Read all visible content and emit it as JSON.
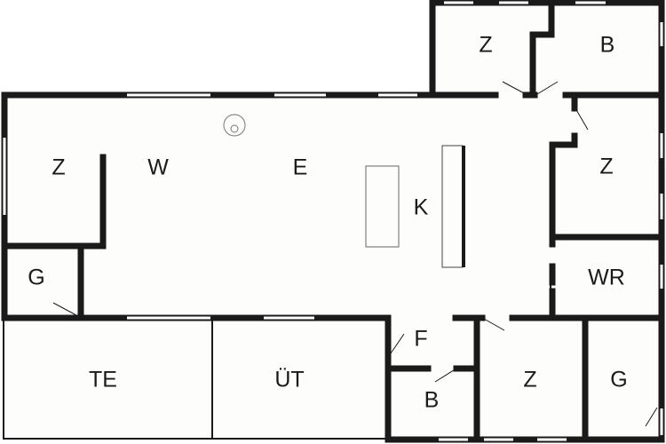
{
  "floor_plan": {
    "rooms": [
      {
        "id": "bedroom-west",
        "label": "Z"
      },
      {
        "id": "living",
        "label": "W"
      },
      {
        "id": "dining",
        "label": "E"
      },
      {
        "id": "kitchen",
        "label": "K"
      },
      {
        "id": "bedroom-north",
        "label": "Z"
      },
      {
        "id": "bathroom-north",
        "label": "B"
      },
      {
        "id": "bedroom-east",
        "label": "Z"
      },
      {
        "id": "utility",
        "label": "WR"
      },
      {
        "id": "wc-west",
        "label": "G"
      },
      {
        "id": "terrace",
        "label": "TE"
      },
      {
        "id": "outdoor-terrace",
        "label": "ÜT"
      },
      {
        "id": "hall",
        "label": "F"
      },
      {
        "id": "bathroom-south",
        "label": "B"
      },
      {
        "id": "bedroom-south",
        "label": "Z"
      },
      {
        "id": "wc-east",
        "label": "G"
      }
    ],
    "colors": {
      "wall": "#1a1a1a",
      "floor": "#fdfdfb",
      "outside": "#ffffff"
    }
  }
}
